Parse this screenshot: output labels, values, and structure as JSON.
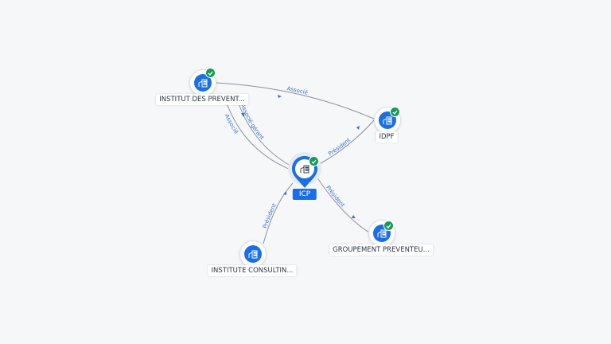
{
  "center_node": {
    "label": "ICP",
    "icon": "building-icon",
    "verified": true
  },
  "nodes": [
    {
      "key": "institut",
      "label": "INSTITUT DES PREVENT...",
      "icon": "building-icon",
      "verified": true
    },
    {
      "key": "idpf",
      "label": "IDPF",
      "icon": "building-icon",
      "verified": true
    },
    {
      "key": "groupement",
      "label": "GROUPEMENT PREVENTEU...",
      "icon": "building-icon",
      "verified": true
    },
    {
      "key": "consulting",
      "label": "INSTITUTE CONSULTIN...",
      "icon": "building-icon",
      "verified": false
    }
  ],
  "edges": [
    {
      "from": "institut",
      "to": "idpf",
      "label": "Associé"
    },
    {
      "from": "institut",
      "to": "center",
      "label": "Associé-gérant"
    },
    {
      "from": "institut",
      "to": "center",
      "label": "Associé"
    },
    {
      "from": "center",
      "to": "idpf",
      "label": "Président"
    },
    {
      "from": "center",
      "to": "groupement",
      "label": "Président"
    },
    {
      "from": "consulting",
      "to": "center",
      "label": "Président"
    }
  ],
  "colors": {
    "accent": "#1a6fe6",
    "verified": "#169a56",
    "edge": "#8a929c",
    "edge_label": "#3b6fd1"
  }
}
